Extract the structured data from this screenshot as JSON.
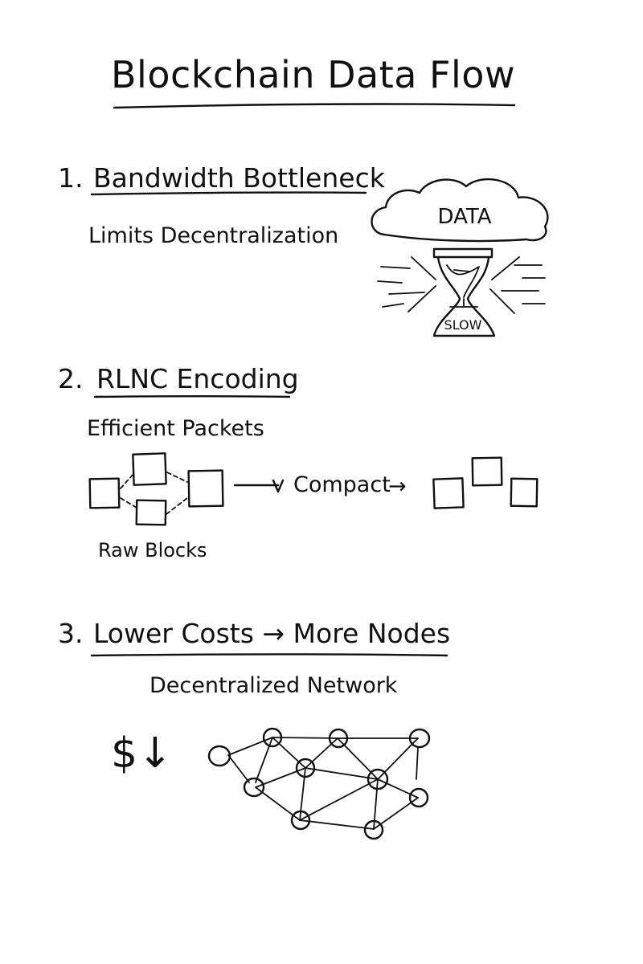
{
  "title": "Blockchain Data Flow",
  "sections": [
    {
      "number": "1.",
      "heading": "Bandwidth Bottleneck",
      "subtitle": "Limits Decentralization",
      "illustration": {
        "cloud_label": "DATA",
        "hourglass_label": "SLOW"
      }
    },
    {
      "number": "2.",
      "heading": "RLNC Encoding",
      "subtitle": "Efficient Packets",
      "illustration": {
        "compact_label": "Compact",
        "compact_arrow": "→",
        "raw_label": "Raw Blocks"
      }
    },
    {
      "number": "3.",
      "heading": "Lower Costs → More Nodes",
      "subtitle": "Decentralized Network",
      "illustration": {
        "cost_symbol": "$↓"
      }
    }
  ]
}
